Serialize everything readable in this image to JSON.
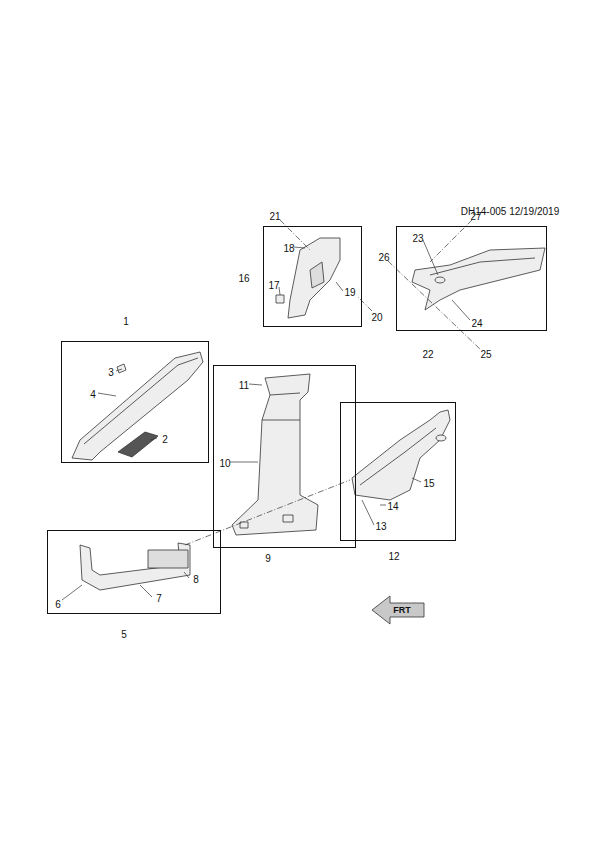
{
  "diagram": {
    "nodes": [
      {
        "text": [
          "16",
          "18",
          "17",
          "19"
        ]
      },
      {
        "text": [
          "22",
          "23",
          "24"
        ]
      },
      {
        "text": [
          "1",
          "3",
          "4",
          "2"
        ]
      },
      {
        "text": [
          "9",
          "11",
          "10"
        ]
      },
      {
        "text": [
          "12",
          "15",
          "14",
          "13"
        ]
      },
      {
        "text": [
          "5",
          "8",
          "7",
          "6"
        ]
      }
    ],
    "labels": [
      "DH14-005 12/19/2019",
      "21",
      "27",
      "26",
      "20",
      "25",
      "FRT"
    ]
  }
}
